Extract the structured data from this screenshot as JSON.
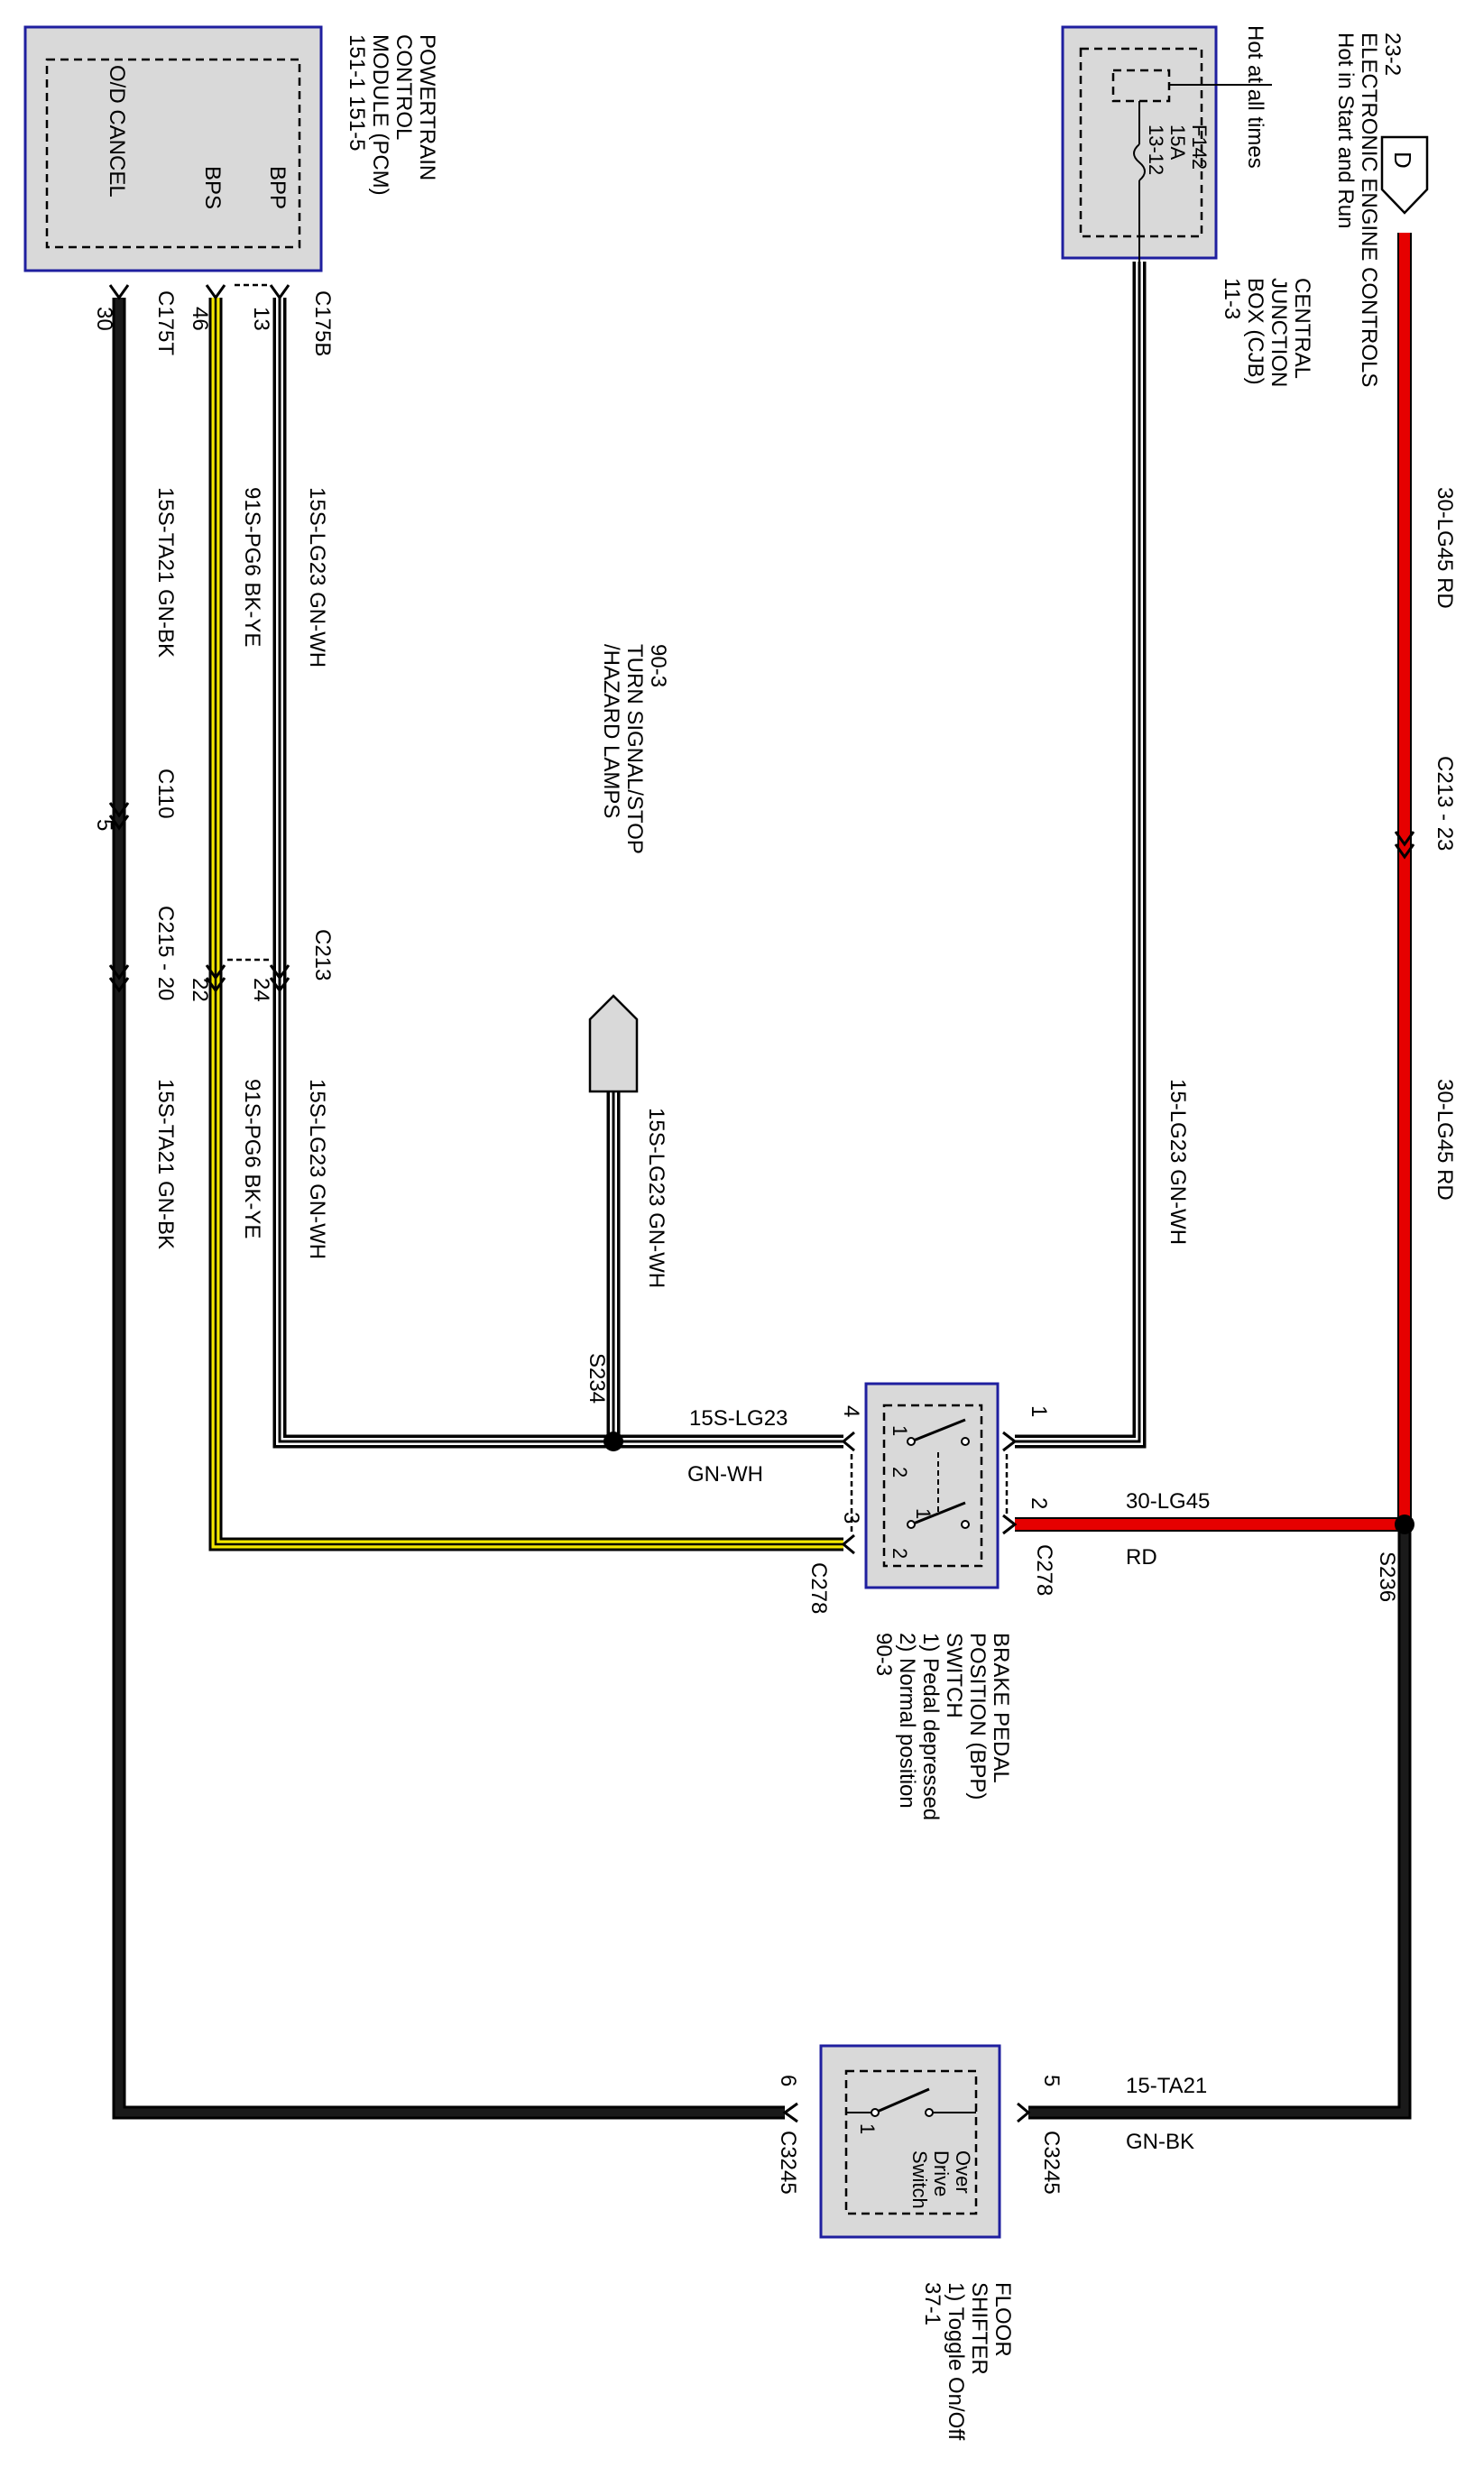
{
  "components": {
    "pcm": {
      "title_lines": [
        "POWERTRAIN",
        "CONTROL",
        "MODULE (PCM)",
        "151-1  151-5"
      ],
      "pins": {
        "bpp": "BPP",
        "bps": "BPS",
        "od_cancel": "O/D CANCEL"
      }
    },
    "ecc": {
      "ref": "23-2",
      "title_lines": [
        "ELECTRONIC ENGINE CONTROLS",
        "Hot in Start and Run"
      ],
      "connector_letter": "D"
    },
    "cjb": {
      "note": "Hot at all times",
      "fuse_lines": [
        "F142",
        "15A",
        "13-12"
      ],
      "title_lines": [
        "CENTRAL",
        "JUNCTION",
        "BOX (CJB)",
        "11-3"
      ]
    },
    "turn_signal": {
      "title_lines": [
        "90-3",
        "TURN SIGNAL/STOP",
        "/HAZARD LAMPS"
      ]
    },
    "bpp_switch": {
      "title_lines": [
        "BRAKE PEDAL",
        "POSITION (BPP)",
        "SWITCH",
        "1) Pedal depressed",
        "2) Normal position",
        "90-3"
      ],
      "contacts": [
        "1",
        "2",
        "1",
        "2"
      ]
    },
    "floor_shifter": {
      "title_lines": [
        "FLOOR",
        "SHIFTER",
        "1) Toggle On/Off",
        "37-1"
      ],
      "switch_lines": [
        "Over",
        "Drive",
        "Switch"
      ],
      "contact": "1"
    }
  },
  "connectors": {
    "c175t": "C175T",
    "c175b": "C175B",
    "c110": "C110",
    "c215": "C215  - 20",
    "c213": "C213",
    "c213_23": "C213  -  23",
    "c278_top": "C278",
    "c278_bot": "C278",
    "c3245_top": "C3245",
    "c3245_bot": "C3245",
    "s234": "S234",
    "s236": "S236"
  },
  "pins": {
    "pcm_30": "30",
    "pcm_46": "46",
    "pcm_13": "13",
    "c110_5": "5",
    "c215_22": "22",
    "c213_24": "24",
    "bpp_4": "4",
    "bpp_3": "3",
    "bpp_1": "1",
    "bpp_2": "2",
    "fs_6": "6",
    "fs_5": "5"
  },
  "wires": {
    "w1": "15S-TA21   GN-BK",
    "w2": "91S-PG6   BK-YE",
    "w3": "15S-LG23  GN-WH",
    "w4": "15S-TA21   GN-BK",
    "w5": "91S-PG6   BK-YE",
    "w6": "15S-LG23  GN-WH",
    "w7": "15S-LG23   GN-WH",
    "w8": "15-LG23   GN-WH",
    "w9": "30-LG45   RD",
    "w10": "30-LG45   RD",
    "w11_id": "15S-LG23",
    "w11_color": "GN-WH",
    "w12_id": "30-LG45",
    "w12_color": "RD",
    "w13_id": "15-TA21",
    "w13_color": "GN-BK"
  },
  "colors": {
    "outline": "#1f1f9f",
    "component_fill": "#d9d9d9",
    "wire_red": "#e60000",
    "wire_yellow": "#f2e600",
    "wire_black": "#1a1a1a"
  }
}
